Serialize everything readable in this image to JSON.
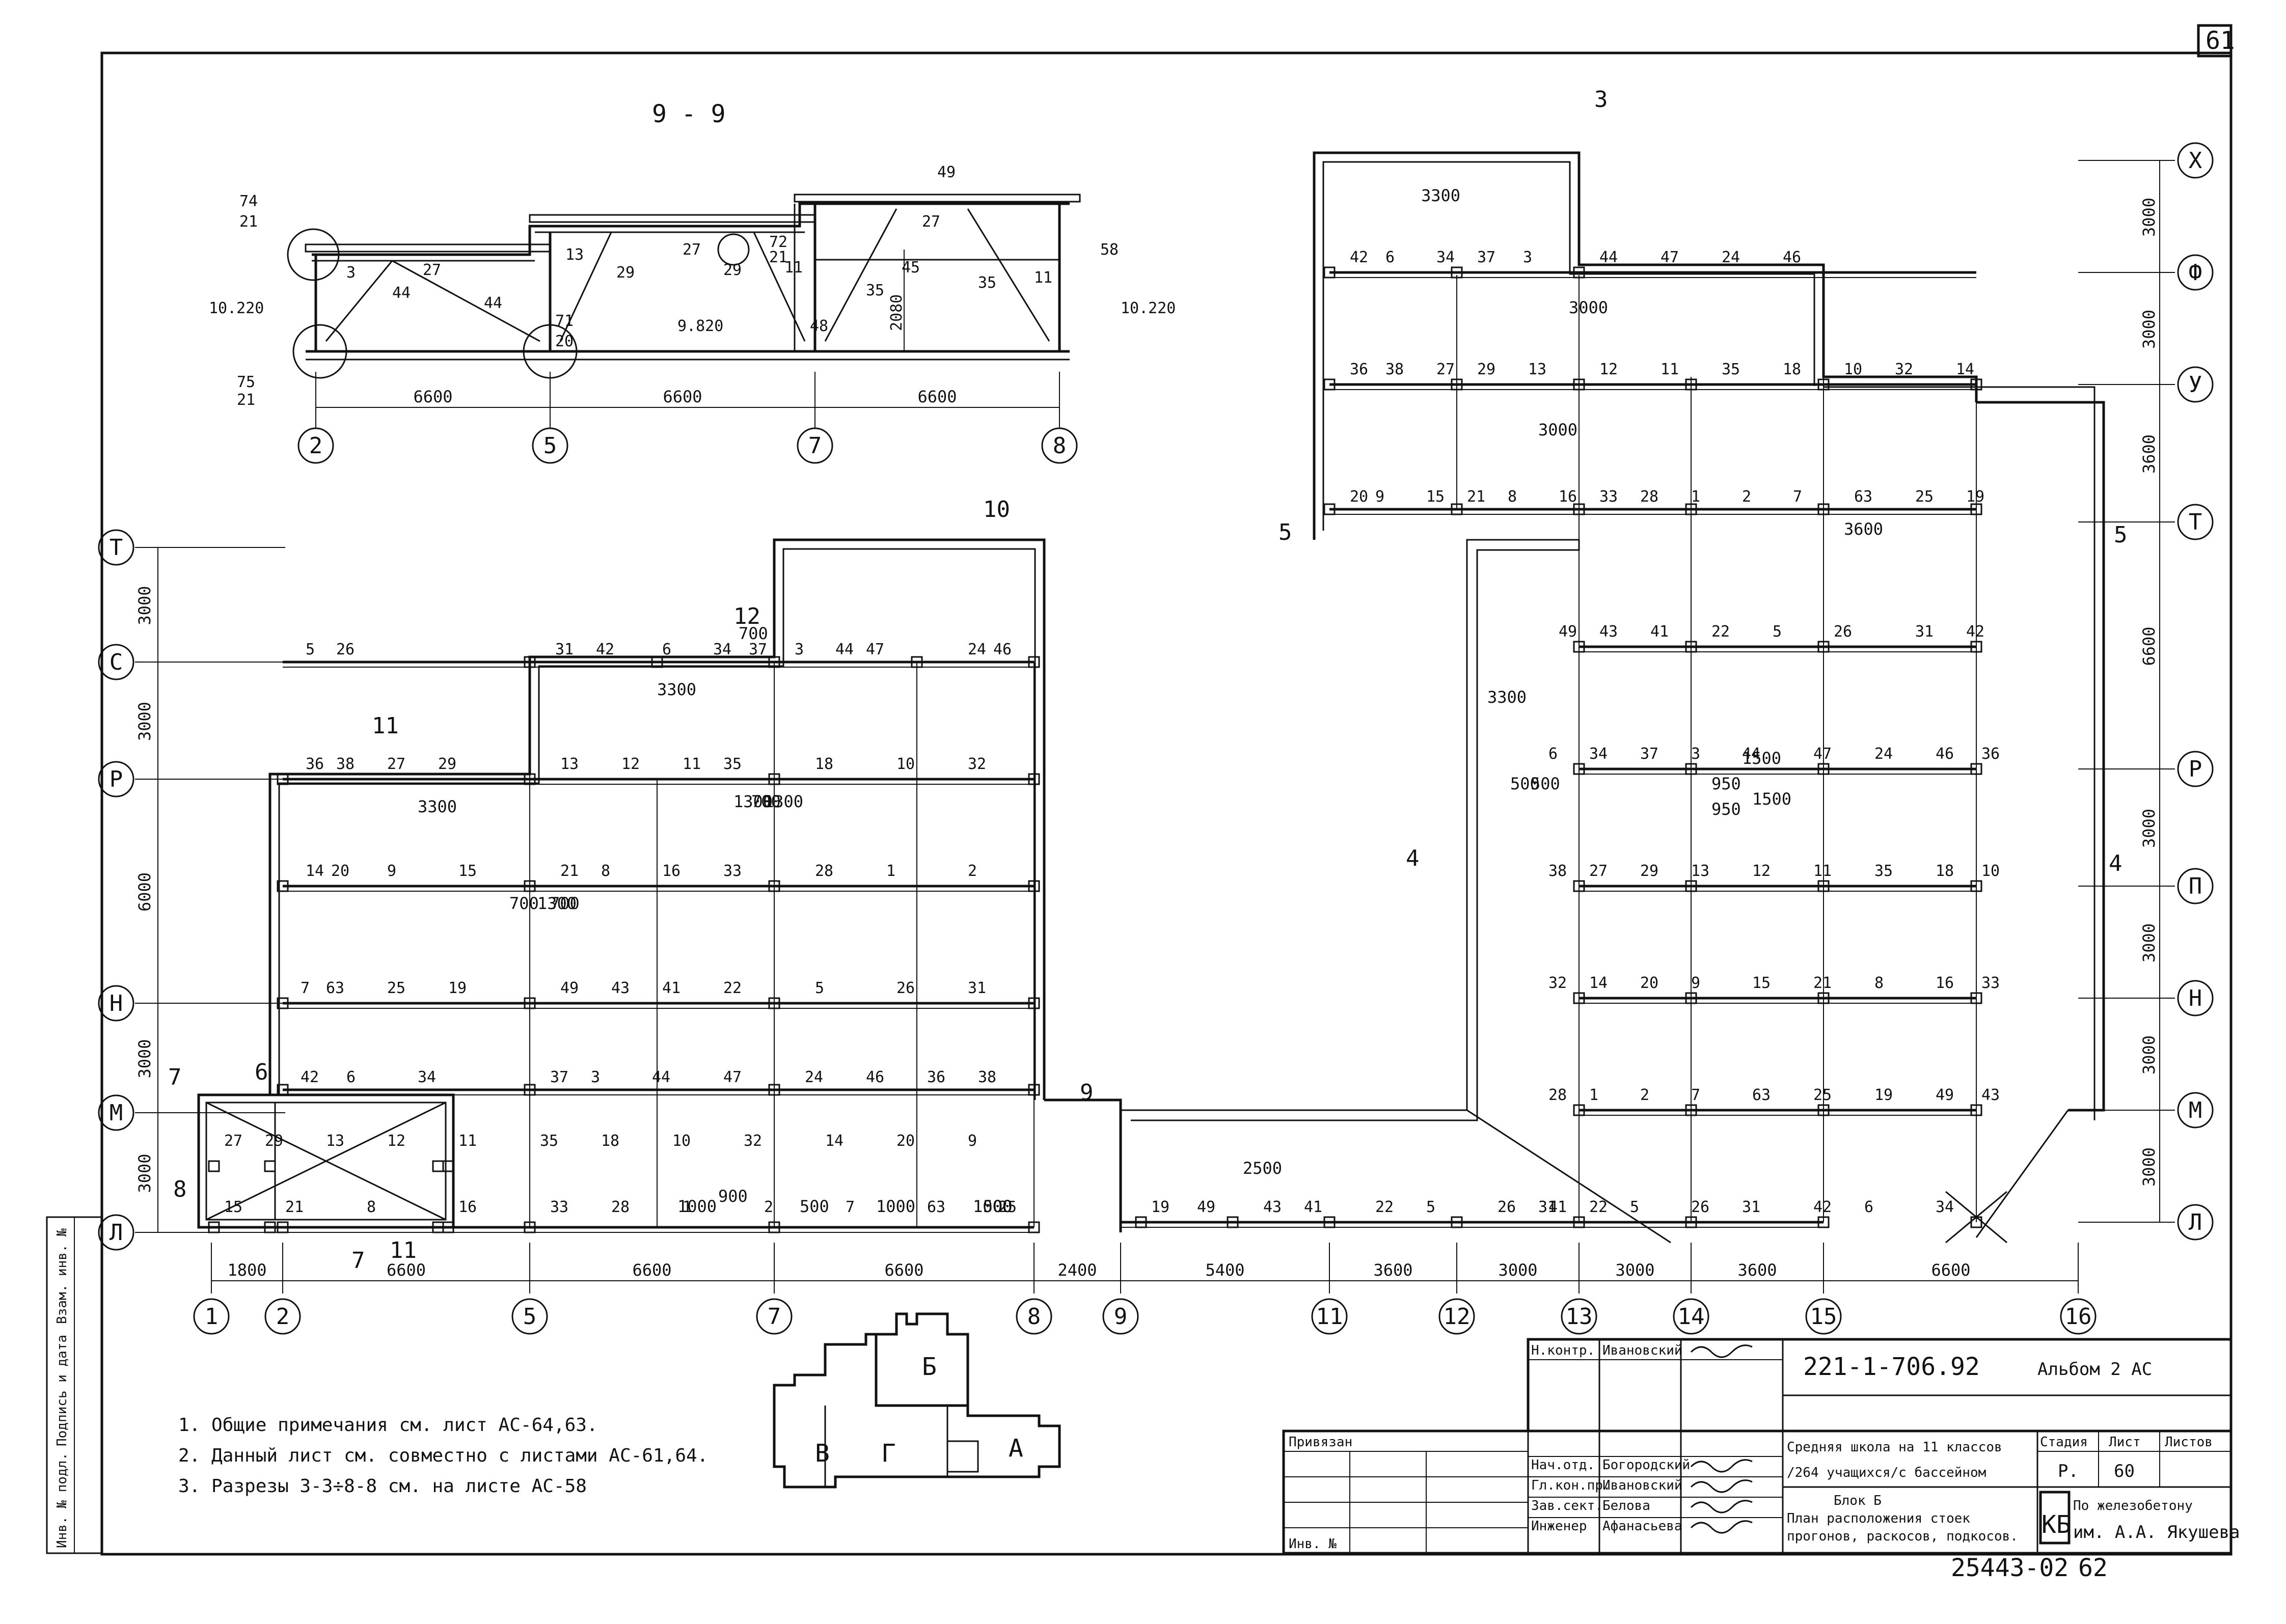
{
  "sheet_no": "61",
  "section_label": "9 - 9",
  "section": {
    "elev_left": "10.220",
    "elev_right": "10.220",
    "elev_mid": "9.820",
    "height_dim": "2080",
    "spans": [
      "6600",
      "6600",
      "6600"
    ],
    "axes": [
      "2",
      "5",
      "7",
      "8"
    ],
    "node_labels": [
      {
        "k": "74/21",
        "t": "74"
      },
      {
        "k": "21a",
        "t": "21"
      },
      {
        "k": "75",
        "t": "75"
      },
      {
        "k": "21b",
        "t": "21"
      },
      {
        "k": "3",
        "t": "3"
      },
      {
        "k": "27a",
        "t": "27"
      },
      {
        "k": "44a",
        "t": "44"
      },
      {
        "k": "13",
        "t": "13"
      },
      {
        "k": "29a",
        "t": "29"
      },
      {
        "k": "44b",
        "t": "44"
      },
      {
        "k": "27b",
        "t": "27"
      },
      {
        "k": "72",
        "t": "72"
      },
      {
        "k": "21c",
        "t": "21"
      },
      {
        "k": "29b",
        "t": "29"
      },
      {
        "k": "11a",
        "t": "11"
      },
      {
        "k": "71",
        "t": "71"
      },
      {
        "k": "20",
        "t": "20"
      },
      {
        "k": "49",
        "t": "49"
      },
      {
        "k": "27c",
        "t": "27"
      },
      {
        "k": "45",
        "t": "45"
      },
      {
        "k": "35a",
        "t": "35"
      },
      {
        "k": "35b",
        "t": "35"
      },
      {
        "k": "11b",
        "t": "11"
      },
      {
        "k": "48",
        "t": "48"
      },
      {
        "k": "58",
        "t": "58"
      }
    ]
  },
  "grid": {
    "rows_left": [
      "Т",
      "С",
      "Р",
      "Н",
      "М",
      "Л"
    ],
    "rows_right": [
      "Х",
      "Ф",
      "У",
      "Т",
      "Р",
      "П",
      "Н",
      "М",
      "Л"
    ],
    "cols": [
      "1",
      "2",
      "5",
      "7",
      "8",
      "9",
      "11",
      "12",
      "13",
      "14",
      "15",
      "16"
    ],
    "bottom_dims": [
      "1800",
      "6600",
      "6600",
      "6600",
      "2400",
      "5400",
      "3600",
      "3000",
      "3000",
      "3600",
      "6600"
    ],
    "left_dims": [
      "3000",
      "3000",
      "6000",
      "3000",
      "3000"
    ],
    "right_dims": [
      "3000",
      "3000",
      "3600",
      "6600",
      "3000",
      "3000",
      "3000",
      "3000"
    ]
  },
  "plan_dims": [
    "3300",
    "3300",
    "3300",
    "3000",
    "3300",
    "3600",
    "2500",
    "700",
    "1300",
    "700",
    "1300",
    "700",
    "1300",
    "700",
    "3000",
    "500",
    "500",
    "950",
    "950",
    "1500",
    "1500",
    "1000",
    "1000",
    "1000",
    "500",
    "500",
    "900"
  ],
  "cuts": [
    "10",
    "11",
    "12",
    "3",
    "4",
    "4",
    "5",
    "5",
    "6",
    "7",
    "7",
    "8",
    "9",
    "11"
  ],
  "member_labels": [
    "5",
    "26",
    "31",
    "42",
    "6",
    "34",
    "37",
    "3",
    "44",
    "47",
    "24",
    "46",
    "36",
    "38",
    "27",
    "29",
    "13",
    "12",
    "11",
    "35",
    "18",
    "10",
    "32",
    "14",
    "20",
    "9",
    "15",
    "21",
    "8",
    "16",
    "33",
    "28",
    "1",
    "2",
    "7",
    "63",
    "25",
    "19",
    "49",
    "43",
    "41",
    "22"
  ],
  "notes": [
    "1. Общие примечания см. лист АС-64,63.",
    "2. Данный лист см. совместно с листами АС-61,64.",
    "3. Разрезы 3-3÷8-8 см. на листе   АС-58"
  ],
  "key_plan": {
    "labels": [
      "Б",
      "В",
      "Г",
      "А"
    ]
  },
  "side_stamp": [
    "Инв. № подл.",
    "Подпись и дата",
    "Взам. инв. №"
  ],
  "title_block": {
    "code": "221-1-706.92",
    "album": "Альбом 2   АС",
    "bound": "Привязан",
    "inv": "Инв. №",
    "project": [
      "Средняя школа на 11 классов",
      "/264 учащихся/с бассейном"
    ],
    "sheet_title": [
      "Блок Б",
      "План расположения стоек",
      "прогонов, раскосов, подкосов."
    ],
    "stage_h": "Стадия",
    "sheet_h": "Лист",
    "sheets_h": "Листов",
    "stage": "Р.",
    "sheet": "60",
    "sheets": "",
    "org": [
      "По железобетону",
      "им. А.А. Якушева"
    ],
    "org_logo": "КБ",
    "people": [
      {
        "role": "Н.контр.",
        "name": "Ивановский"
      },
      {
        "role": "Нач.отд.",
        "name": "Богородский"
      },
      {
        "role": "Гл.кон.пр.",
        "name": "Ивановский"
      },
      {
        "role": "Зав.сект.",
        "name": "Белова"
      },
      {
        "role": "Инженер",
        "name": "Афанасьева"
      }
    ],
    "archive": "25443-02",
    "archive_page": "62"
  }
}
